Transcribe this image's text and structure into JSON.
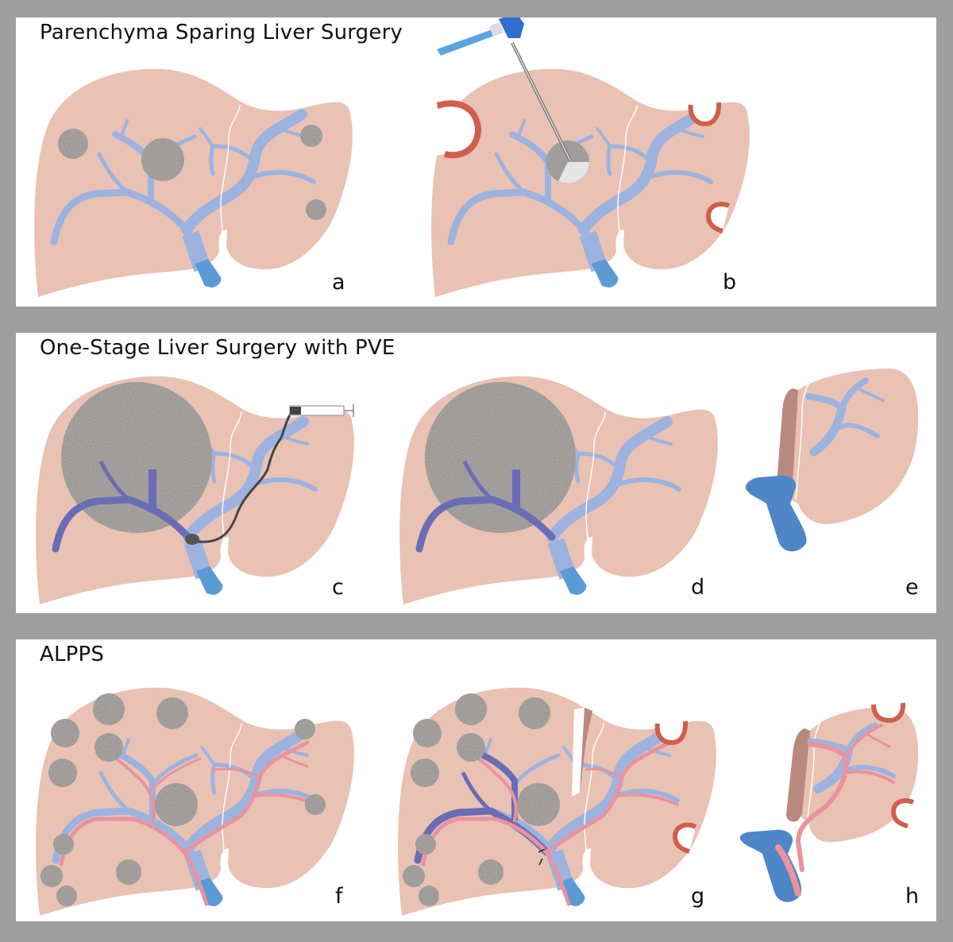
{
  "figure": {
    "background": "#9e9e9e",
    "colors": {
      "liver": "#e9c2b4",
      "portal_vein": "#9db3df",
      "portal_trunk": "#5b9bd5",
      "embolized_vein": "#6a6db5",
      "artery": "#e8939f",
      "resection_margin": "#cf5f4c",
      "transection_surface": "#b88a7f",
      "tumor": "#8a8684",
      "ablation_zone": "#e6e6e6",
      "hepatic_vein_ligated": "#4f86c6"
    },
    "panels": [
      {
        "title": "Parenchyma Sparing Liver Surgery",
        "subfigures": [
          {
            "label": "a",
            "description": "Liver with multiple bilobar metastases"
          },
          {
            "label": "b",
            "description": "Wedge resections and intra-operative ablation of central lesion"
          }
        ]
      },
      {
        "title": "One-Stage Liver Surgery with PVE",
        "subfigures": [
          {
            "label": "c",
            "description": "Portal vein embolization of right portal vein via catheter and syringe"
          },
          {
            "label": "d",
            "description": "Embolized right portal vein with large tumor"
          },
          {
            "label": "e",
            "description": "Hypertrophied left liver remnant after right hepatectomy"
          }
        ]
      },
      {
        "title": "ALPPS",
        "subfigures": [
          {
            "label": "f",
            "description": "Liver with multiple metastases and portal/arterial supply"
          },
          {
            "label": "g",
            "description": "Stage 1: portal vein ligation and in-situ split with left-side clearance"
          },
          {
            "label": "h",
            "description": "Stage 2: extended right hepatectomy, remnant left liver"
          }
        ]
      }
    ]
  }
}
